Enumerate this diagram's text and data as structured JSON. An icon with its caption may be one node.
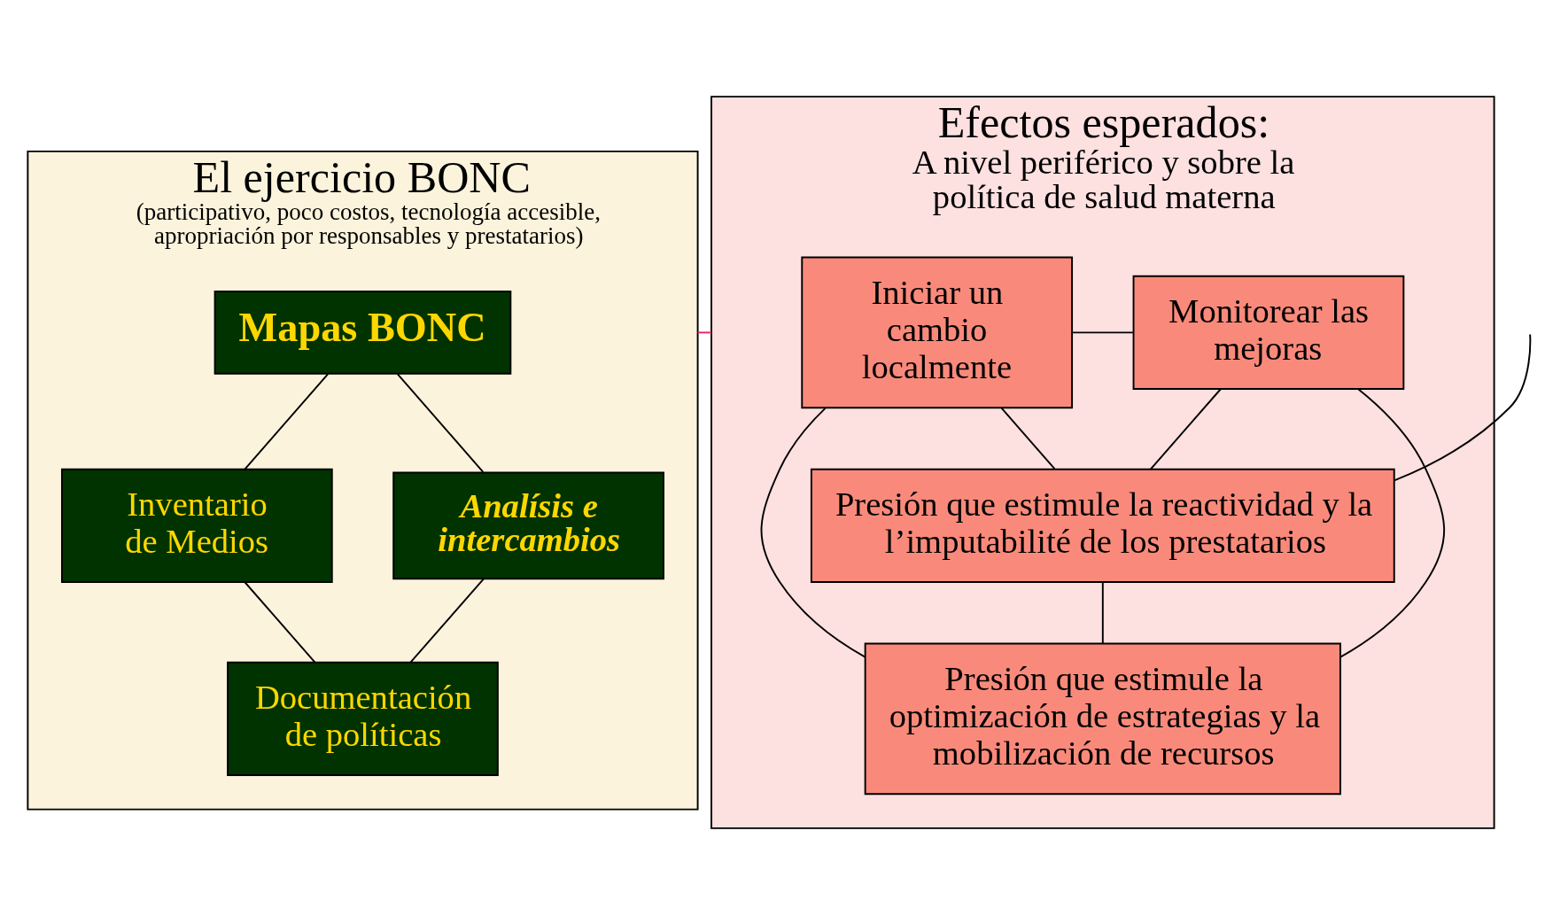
{
  "diagram": {
    "nodes": [
      {
        "text": [
          "El ejercicio BONC",
          "(participativo, poco costos, tecnología accesible, apropriación por responsables y prestatarios)"
        ]
      },
      {
        "text": [
          "Mapas BONC"
        ],
        "in": 0
      },
      {
        "text": [
          "Inventario de Medios"
        ],
        "in": 0
      },
      {
        "text": [
          "Documentación de políticas"
        ],
        "in": 0
      },
      {
        "text": [
          "Analísis e intercambios"
        ],
        "in": 0
      },
      {
        "text": [
          "Efectos esperados:",
          "A nivel periférico y sobre la política de salud materna"
        ]
      },
      {
        "text": [
          "Iniciar un cambio localmente"
        ],
        "in": 5
      },
      {
        "text": [
          "Monitorear las mejoras"
        ],
        "in": 5
      },
      {
        "text": [
          "Presión que estimule la reactividad y la l’imputabilité de los prestatarios"
        ],
        "in": 5
      },
      {
        "text": [
          "Presión que estimule la optimización de estrategias y la mobilización de recursos"
        ],
        "in": 5
      }
    ],
    "edges": [
      {
        "from": 0,
        "to": 5,
        "arrow": "none",
        "color": "#e8246a"
      },
      {
        "from": 1,
        "to": 2,
        "arrow": "none"
      },
      {
        "from": 2,
        "to": 3,
        "arrow": "none"
      },
      {
        "from": 1,
        "to": 4,
        "arrow": "none"
      },
      {
        "from": 3,
        "to": 4,
        "arrow": "none"
      },
      {
        "from": null,
        "to": 8,
        "arrow": "none"
      },
      {
        "from": 6,
        "to": 7,
        "arrow": "none"
      },
      {
        "from": 6,
        "to": 8,
        "arrow": "none"
      },
      {
        "from": 7,
        "to": 8,
        "arrow": "none"
      },
      {
        "from": 8,
        "to": 9,
        "arrow": "none"
      },
      {
        "from": 6,
        "to": 9,
        "arrow": "none"
      },
      {
        "from": 7,
        "to": 9,
        "arrow": "none"
      }
    ]
  }
}
